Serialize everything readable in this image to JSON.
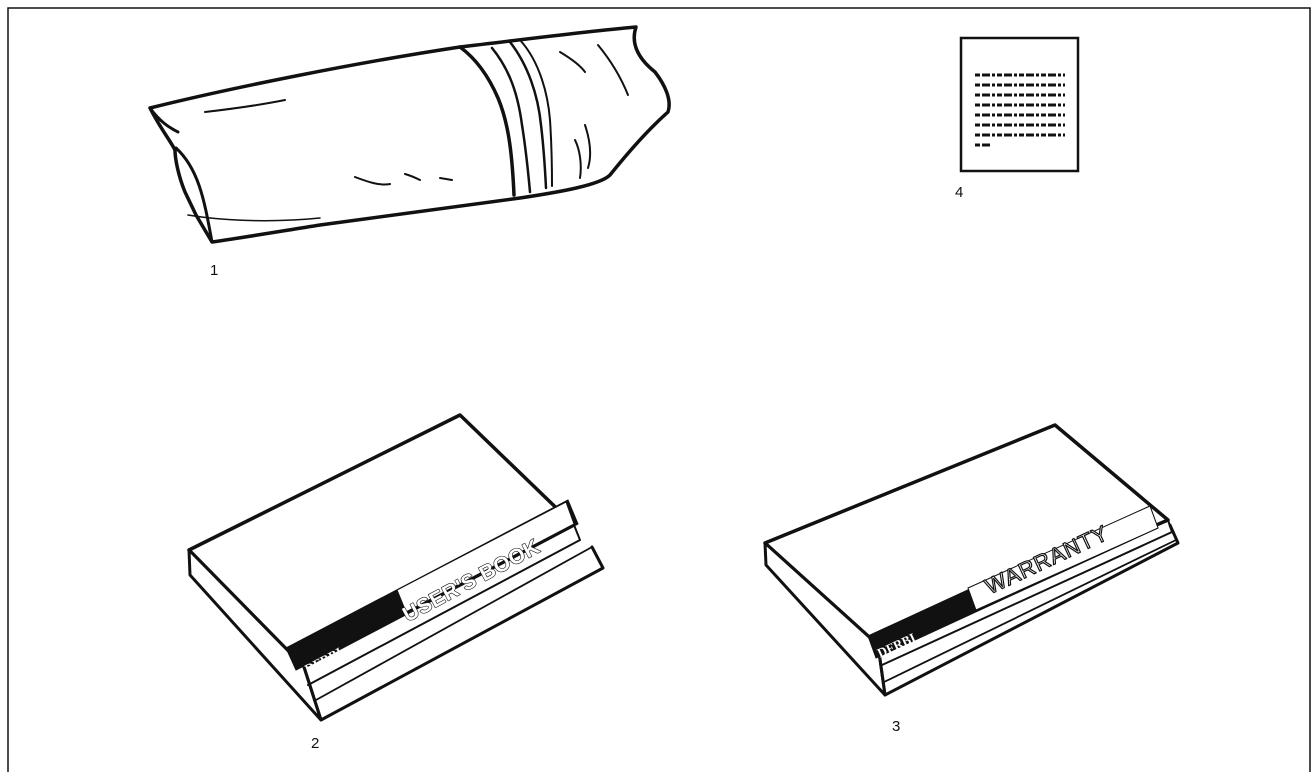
{
  "figure": {
    "items": [
      {
        "number": "1",
        "name": "Plastic bag"
      },
      {
        "number": "2",
        "cover_brand": "DFRBI",
        "cover_title": "USER'S BOOK"
      },
      {
        "number": "3",
        "cover_brand": "DFRBI",
        "cover_title": "WARRANTY"
      },
      {
        "number": "4",
        "name": "Label"
      }
    ],
    "colors": {
      "line": "#111111",
      "background": "#ffffff"
    }
  }
}
